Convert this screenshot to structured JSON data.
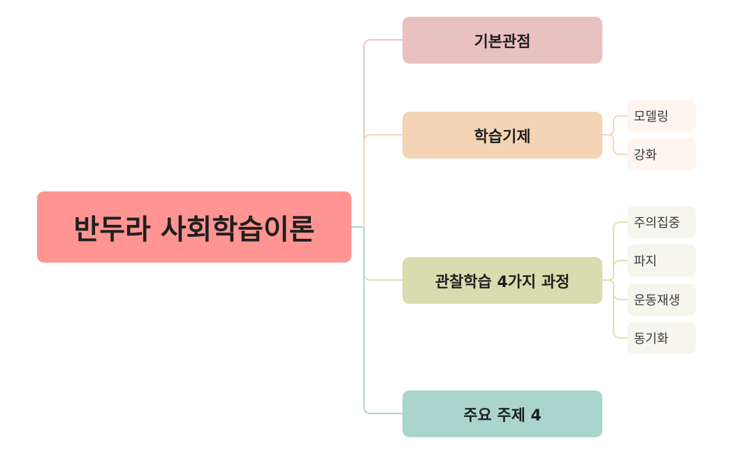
{
  "colors": {
    "root_fill": "#FF9593",
    "branch_1": "#E8C1C0",
    "branch_2": "#F3D5B5",
    "branch_3": "#D8DCAE",
    "branch_4": "#AAD5CC",
    "leaf_2": "#FEF5EE",
    "leaf_3": "#F6F6EC",
    "line_1": "#EDC5C4",
    "line_2": "#F4D8BB",
    "line_3": "#DDE0B5",
    "line_4": "#A9D6CD"
  },
  "mindmap": {
    "root": {
      "label": "반두라 사회학습이론"
    },
    "branches": [
      {
        "label": "기본관점",
        "children": []
      },
      {
        "label": "학습기제",
        "children": [
          "모델링",
          "강화"
        ]
      },
      {
        "label": "관찰학습 4가지 과정",
        "children": [
          "주의집중",
          "파지",
          "운동재생",
          "동기화"
        ]
      },
      {
        "label": "주요 주제 4",
        "children": []
      }
    ]
  }
}
